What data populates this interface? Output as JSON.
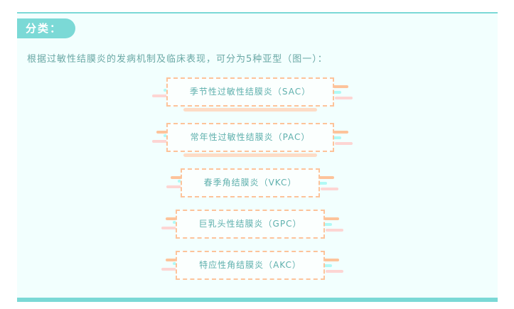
{
  "heading": "分类：",
  "intro": "根据过敏性结膜炎的发病机制及临床表现，可分为5种亚型（图一）：",
  "types": [
    {
      "label": "季节性过敏性结膜炎（SAC）"
    },
    {
      "label": "常年性过敏性结膜炎（PAC）"
    },
    {
      "label": "春季角结膜炎（VKC）"
    },
    {
      "label": "巨乳头性结膜炎（GPC）"
    },
    {
      "label": "特应性角结膜炎（AKC）"
    }
  ],
  "colors": {
    "accent": "#7bd9d6",
    "border": "#fdc39a",
    "text": "#5fb0ad"
  }
}
